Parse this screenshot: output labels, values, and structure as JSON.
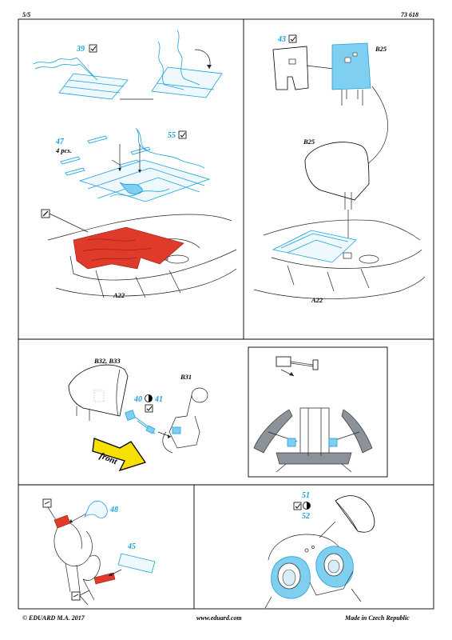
{
  "header": {
    "page_number": "5/5",
    "catalog_number": "73 618"
  },
  "footer": {
    "copyright": "© EDUARD  M.A. 2017",
    "website": "www.eduard.com",
    "made_in": "Made in Czech Republic"
  },
  "step1": {
    "part_39": "39",
    "part_47": "47",
    "part_47_qty": "4 pcs.",
    "part_55": "55",
    "part_a22": "A22"
  },
  "step2": {
    "part_43": "43",
    "part_b25_top": "B25",
    "part_b25_mid": "B25",
    "part_a22": "A22"
  },
  "step3": {
    "part_b32_b33": "B32, B33",
    "part_b31": "B31",
    "part_40": "40",
    "part_41": "41",
    "front_arrow": "front"
  },
  "step5": {
    "part_48": "48",
    "part_45": "45"
  },
  "step6": {
    "part_51": "51",
    "part_52": "52"
  },
  "colors": {
    "photo_etch": "#1aa3d9",
    "paint_red": "#e03a2a",
    "front_arrow": "#f5e000"
  }
}
